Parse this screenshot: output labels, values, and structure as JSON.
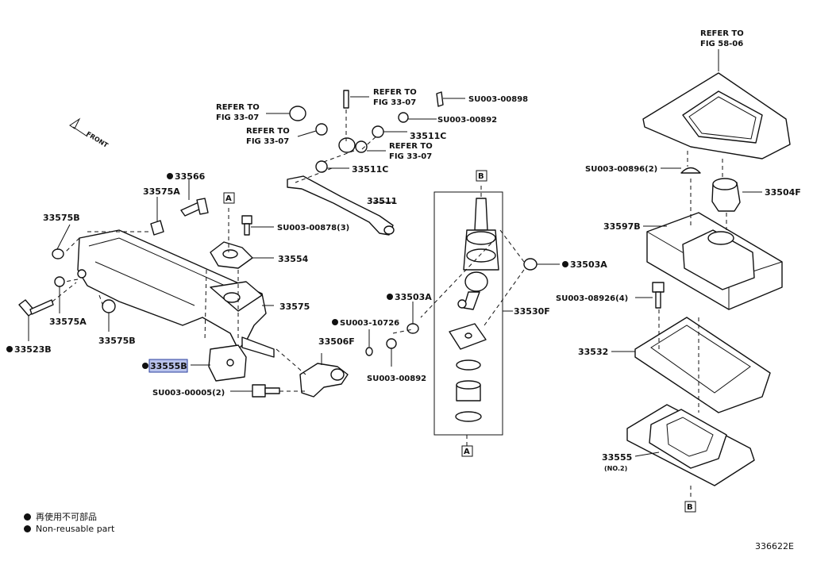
{
  "labels": {
    "refer_3307_a": "REFER TO",
    "refer_3307_a2": "FIG 33-07",
    "refer_3307_b": "REFER TO",
    "refer_3307_b2": "FIG 33-07",
    "refer_3307_c": "REFER TO",
    "refer_3307_c2": "FIG 33-07",
    "refer_3307_d": "REFER TO",
    "refer_3307_d2": "FIG 33-07",
    "refer_5806": "REFER TO",
    "refer_5806b": "FIG 58-06",
    "front": "FRONT",
    "su_898": "SU003-00898",
    "su_892_top": "SU003-00892",
    "p_33511c_a": "33511C",
    "p_33511c_b": "33511C",
    "p_33511": "33511",
    "p_33566": "33566",
    "p_33575a_top": "33575A",
    "p_33575b_top": "33575B",
    "su_878": "SU003-00878(3)",
    "p_33554": "33554",
    "p_33575": "33575",
    "p_33575a_bot": "33575A",
    "p_33575b_bot": "33575B",
    "p_33523b": "33523B",
    "p_33555b": "33555B",
    "su_005": "SU003-00005(2)",
    "p_33506f": "33506F",
    "su_10726": "SU003-10726",
    "su_892_mid": "SU003-00892",
    "p_33503a_mid": "33503A",
    "p_33503a_right": "33503A",
    "p_33530f": "33530F",
    "su_896": "SU003-00896(2)",
    "p_33504f": "33504F",
    "p_33597b": "33597B",
    "su_8926": "SU003-08926(4)",
    "p_33532": "33532",
    "p_33555": "33555",
    "p_33555_no2": "(NO.2)",
    "box_a_top": "A",
    "box_a_bot": "A",
    "box_b_top": "B",
    "box_b_bot": "B"
  },
  "legend": {
    "line1": "再使用不可部品",
    "line2": "Non-reusable part"
  },
  "reference_code": "336622E",
  "colors": {
    "highlight_fill": "#b9c3ec",
    "highlight_border": "#2a3f9e",
    "line": "#111111"
  }
}
